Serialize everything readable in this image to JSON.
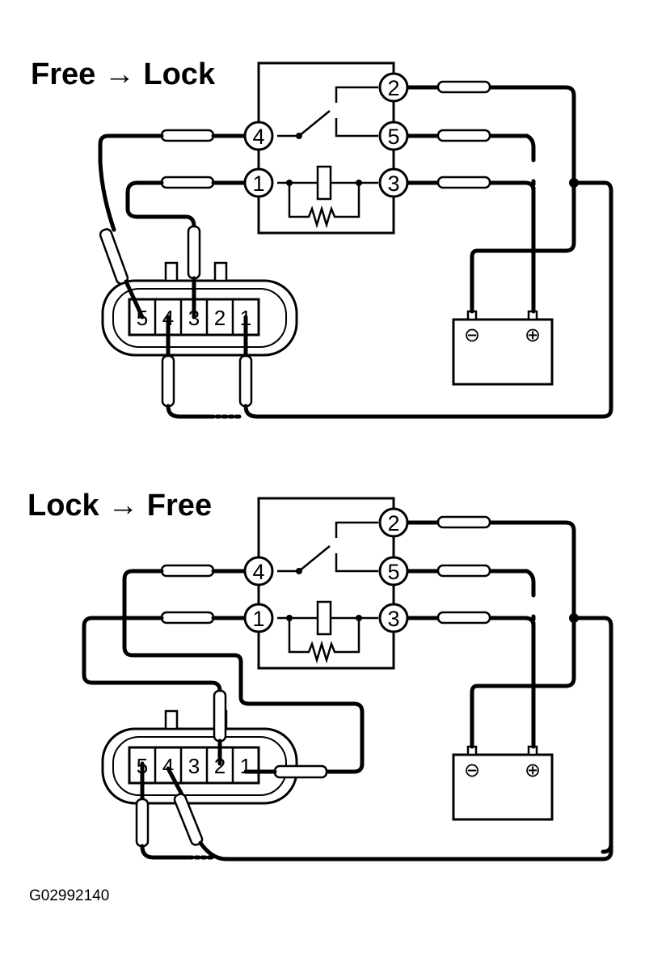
{
  "diagrams": [
    {
      "title": "Free → Lock",
      "relay_terminals": [
        "4",
        "1",
        "2",
        "5",
        "3"
      ],
      "connector_pins": [
        "5",
        "4",
        "3",
        "2",
        "1"
      ]
    },
    {
      "title": "Lock → Free",
      "relay_terminals": [
        "4",
        "1",
        "2",
        "5",
        "3"
      ],
      "connector_pins": [
        "5",
        "4",
        "3",
        "2",
        "1"
      ]
    }
  ],
  "battery": {
    "negative_symbol": "⊖",
    "positive_symbol": "⊕"
  },
  "figure_code": "G02992140"
}
